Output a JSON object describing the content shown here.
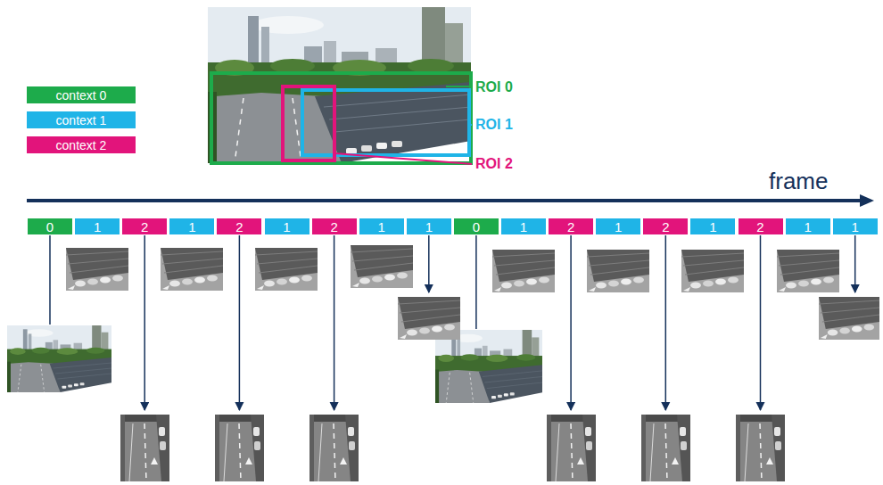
{
  "diagram": {
    "nodes": [
      {
        "text": [
          "0"
        ]
      },
      {
        "text": [
          "1"
        ]
      },
      {
        "text": [
          "2"
        ]
      },
      {
        "text": [
          "1"
        ]
      },
      {
        "text": [
          "2"
        ]
      },
      {
        "text": [
          "1"
        ]
      },
      {
        "text": [
          "2"
        ]
      },
      {
        "text": [
          "1"
        ]
      },
      {
        "text": [
          "1"
        ]
      },
      {
        "text": [
          "0"
        ]
      },
      {
        "text": [
          "1"
        ]
      },
      {
        "text": [
          "2"
        ]
      },
      {
        "text": [
          "1"
        ]
      },
      {
        "text": [
          "2"
        ]
      },
      {
        "text": [
          "1"
        ]
      },
      {
        "text": [
          "2"
        ]
      },
      {
        "text": [
          "1"
        ]
      },
      {
        "text": [
          "1"
        ]
      }
    ],
    "labels": [
      "ROI 0",
      "ROI 1",
      "ROI 2",
      "frame"
    ],
    "legend": [
      {
        "text": "context 0",
        "color": "#1dab4b"
      },
      {
        "text": "context 1",
        "color": "#1fb4e7"
      },
      {
        "text": "context 2",
        "color": "#e2147b"
      }
    ]
  }
}
